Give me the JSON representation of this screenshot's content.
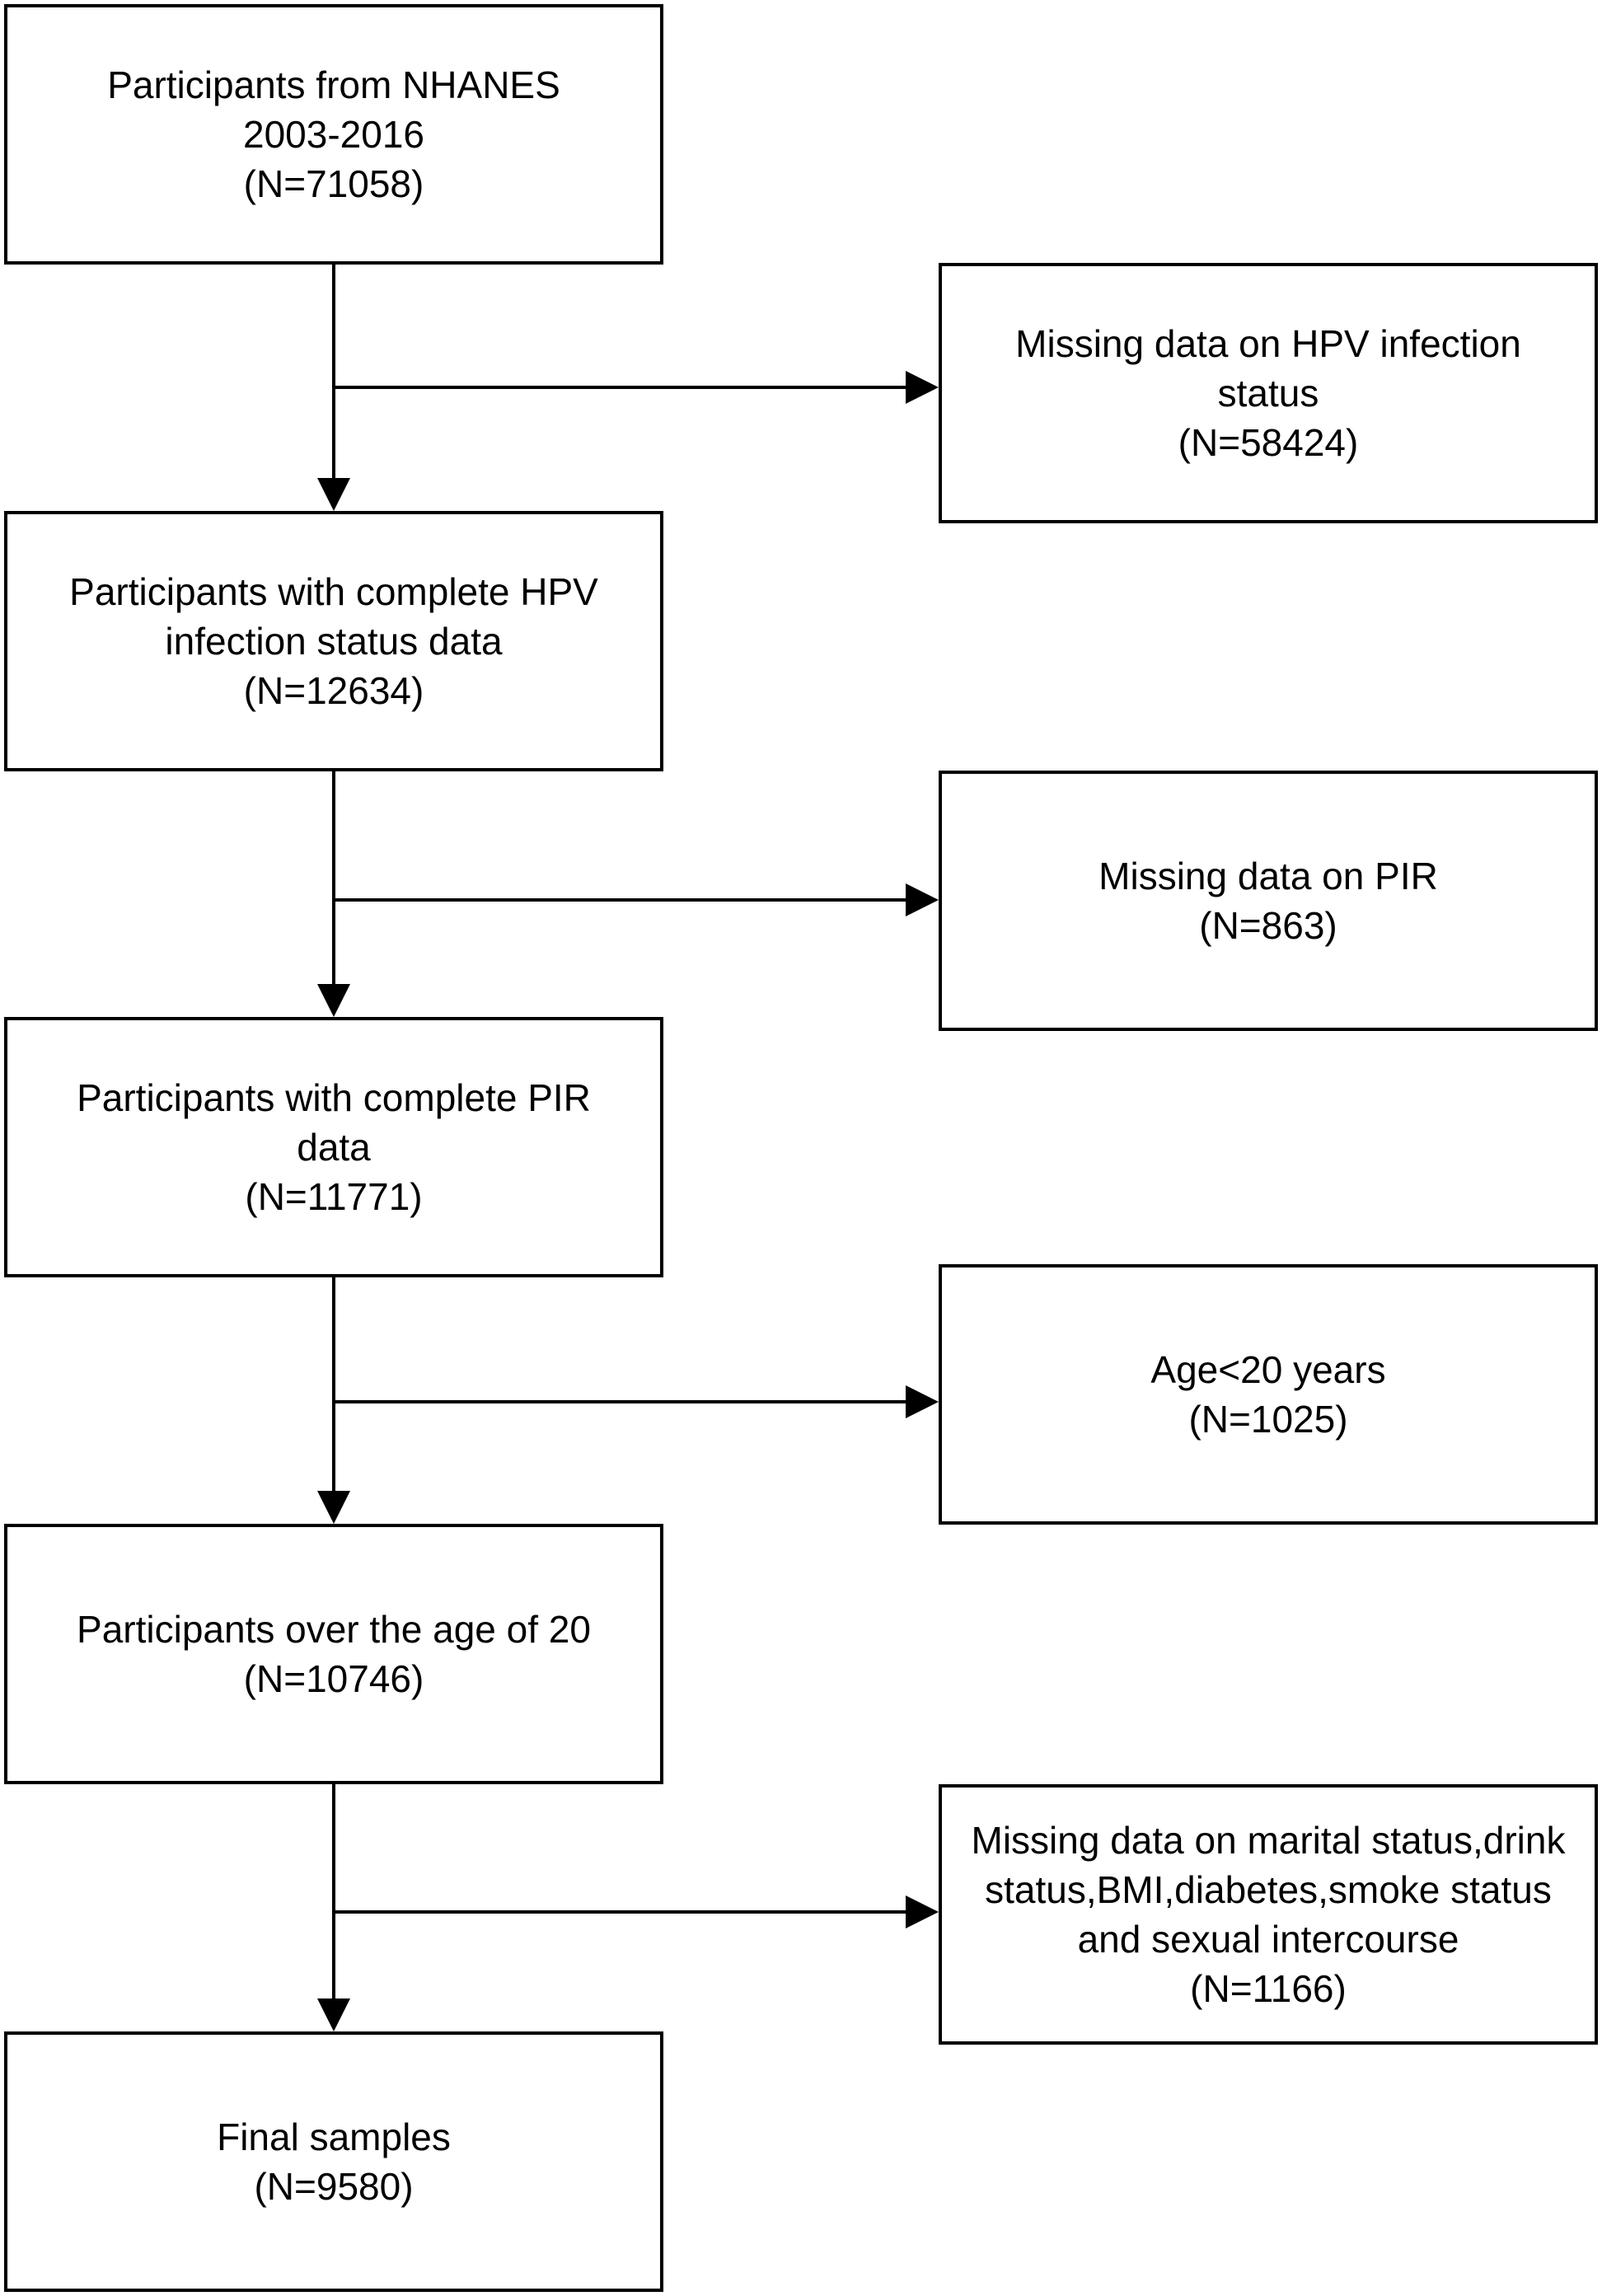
{
  "main_boxes": [
    {
      "lines": [
        "Participants from NHANES",
        "2003-2016",
        "(N=71058)"
      ]
    },
    {
      "lines": [
        "Participants with complete HPV",
        "infection status data",
        "(N=12634)"
      ]
    },
    {
      "lines": [
        "Participants with complete PIR",
        "data",
        "(N=11771)"
      ]
    },
    {
      "lines": [
        "Participants over the age of 20",
        "(N=10746)"
      ]
    },
    {
      "lines": [
        "Final samples",
        "(N=9580)"
      ]
    }
  ],
  "exclusion_boxes": [
    {
      "lines": [
        "Missing data on HPV infection",
        "status",
        "(N=58424)"
      ]
    },
    {
      "lines": [
        "Missing data on PIR",
        "(N=863)"
      ]
    },
    {
      "lines": [
        "Age<20 years",
        "(N=1025)"
      ]
    },
    {
      "lines": [
        "Missing data on marital status,drink",
        "status,BMI,diabetes,smoke status",
        "and sexual intercourse",
        "(N=1166)"
      ]
    }
  ]
}
